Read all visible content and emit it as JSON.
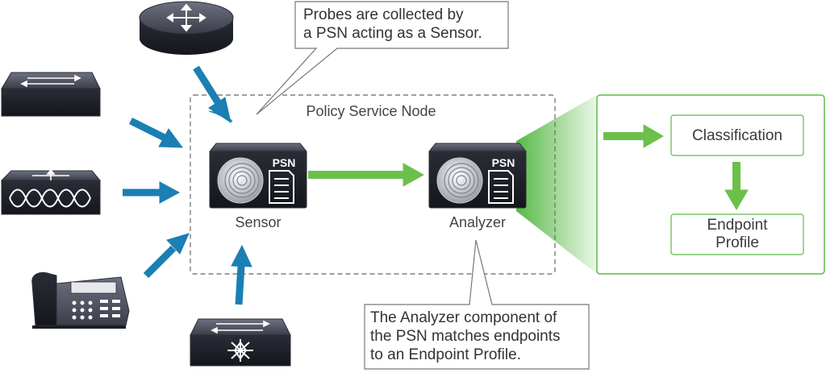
{
  "callouts": {
    "sensor_note": "Probes are collected by\na PSN acting as a Sensor.",
    "analyzer_note": "The Analyzer component of\nthe PSN matches endpoints\nto an Endpoint Profile."
  },
  "policy_service_node": {
    "title": "Policy Service Node",
    "sensor": {
      "badge": "PSN",
      "label": "Sensor"
    },
    "analyzer": {
      "badge": "PSN",
      "label": "Analyzer"
    }
  },
  "profile_panel": {
    "classification": "Classification",
    "endpoint_profile": "Endpoint\nProfile"
  },
  "colors": {
    "blue_arrow": "#1b7fb3",
    "green_arrow": "#6cc04a",
    "panel_border": "#5dbb46",
    "dash": "#666666"
  },
  "devices": {
    "router": "router-icon",
    "switch_top": "switch-icon",
    "access_point": "access-point-icon",
    "ip_phone": "ip-phone-icon",
    "switch_bottom": "multilayer-switch-icon"
  }
}
